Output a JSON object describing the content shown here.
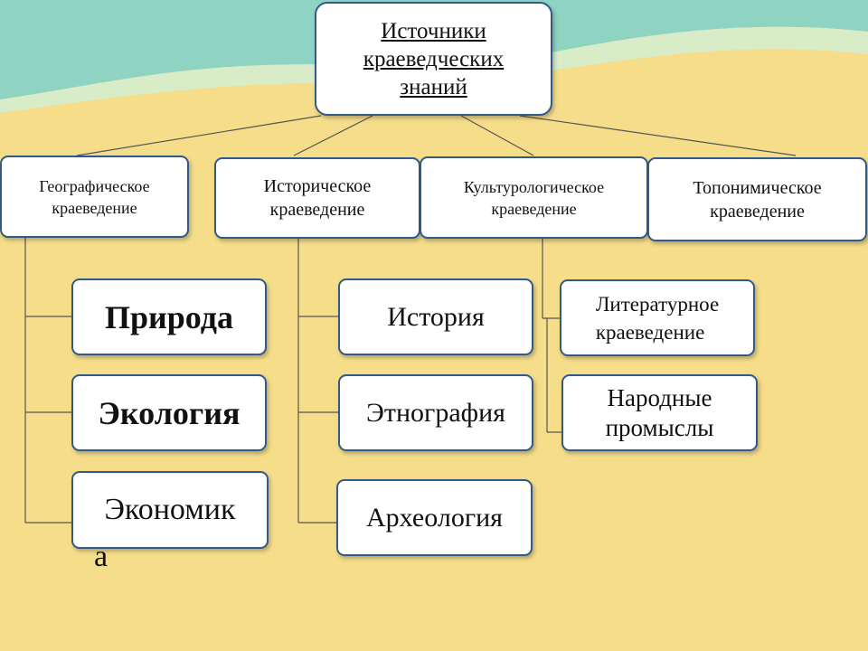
{
  "root": {
    "label": "Источники\nкраеведческих\nзнаний"
  },
  "categories": [
    {
      "label": "Географическое\nкраеведение"
    },
    {
      "label": "Историческое\nкраеведение"
    },
    {
      "label": "Культурологическое\nкраеведение"
    },
    {
      "label": "Топонимическое\nкраеведение"
    }
  ],
  "geography": [
    {
      "label": "Природа"
    },
    {
      "label": "Экология"
    },
    {
      "label": "Экономик"
    },
    {
      "label": "а"
    }
  ],
  "history": [
    {
      "label": "История"
    },
    {
      "label": "Этнография"
    },
    {
      "label": "Археология"
    }
  ],
  "culture": [
    {
      "label": "Литературное\nкраеведение"
    },
    {
      "label": "Народные\nпромыслы"
    }
  ],
  "colors": {
    "background": "#f5dd8a",
    "box_border": "#2f5a8a",
    "wave": "#8fd3c2",
    "wave_light": "#d8ecc8"
  }
}
